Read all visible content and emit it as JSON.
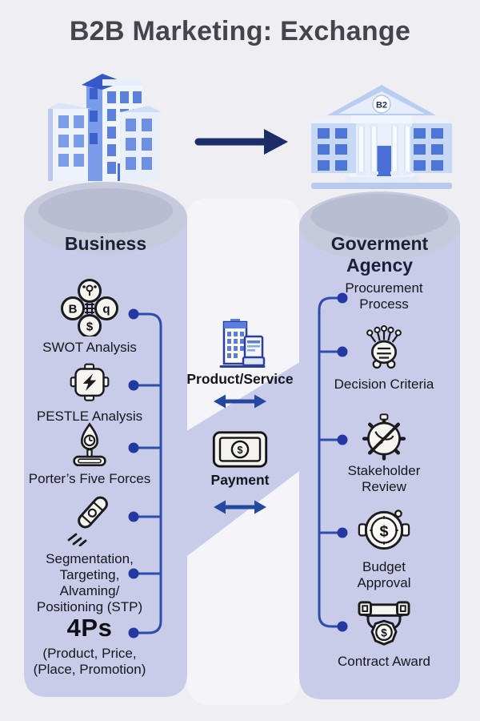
{
  "title": "B2B Marketing: Exchange",
  "business": {
    "heading": "Business",
    "items": [
      {
        "icon": "swot-clover-icon",
        "label": "SWOT Analysis"
      },
      {
        "icon": "pestle-badge-icon",
        "label": "PESTLE Analysis"
      },
      {
        "icon": "porters-joystick-icon",
        "label": "Porter’s Five Forces"
      },
      {
        "icon": "stp-rocket-icon",
        "label": "Segmentation,\nTargeting,\nAlvaming/\nPositioning (STP)"
      },
      {
        "icon": "none",
        "label": "4Ps",
        "sublabel": "(Product, Price,\n(Place, Promotion)"
      }
    ]
  },
  "agency": {
    "heading": "Goverment Agency",
    "building_label": "B2",
    "items": [
      {
        "icon": "none",
        "label": "Procurement\nProcess"
      },
      {
        "icon": "decision-criteria-icon",
        "label": "Decision Criteria"
      },
      {
        "icon": "stakeholder-gear-icon",
        "label": "Stakeholder\nReview"
      },
      {
        "icon": "budget-coin-icon",
        "label": "Budget\nApproval"
      },
      {
        "icon": "contract-award-icon",
        "label": "Contract Award"
      }
    ]
  },
  "exchange": {
    "product": {
      "icon": "product-service-building-icon",
      "label": "Product/Service"
    },
    "payment": {
      "icon": "payment-banknote-icon",
      "label": "Payment"
    }
  },
  "icon_glyphs": {
    "b": "B",
    "q": "q",
    "dollar": "$"
  },
  "colors": {
    "page_bg": "#efeff3",
    "column_lavender": "#c8cce9",
    "center_band": "#f5f5f9",
    "connector_blue": "#2e4cae",
    "dot_blue": "#2438a4",
    "arrow_navy": "#1b2c66",
    "exchange_arrow_blue": "#24489f",
    "building_blue": "#5b80dd"
  }
}
